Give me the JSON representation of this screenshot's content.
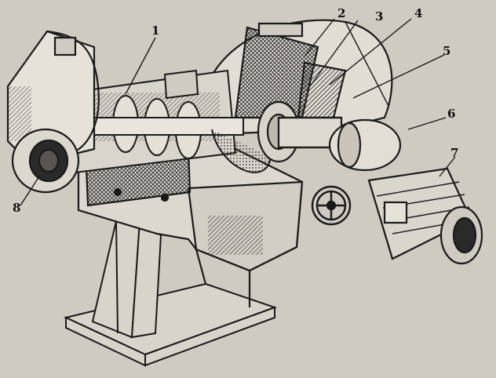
{
  "figure": {
    "callouts": [
      {
        "id": "1",
        "label": "1"
      },
      {
        "id": "2",
        "label": "2"
      },
      {
        "id": "3",
        "label": "3"
      },
      {
        "id": "4",
        "label": "4"
      },
      {
        "id": "5",
        "label": "5"
      },
      {
        "id": "6",
        "label": "6"
      },
      {
        "id": "7",
        "label": "7"
      },
      {
        "id": "8",
        "label": "8"
      }
    ],
    "colors": {
      "paper": "#cfcac2",
      "ink": "#1a1a1a",
      "shade": "#5a5550"
    }
  }
}
